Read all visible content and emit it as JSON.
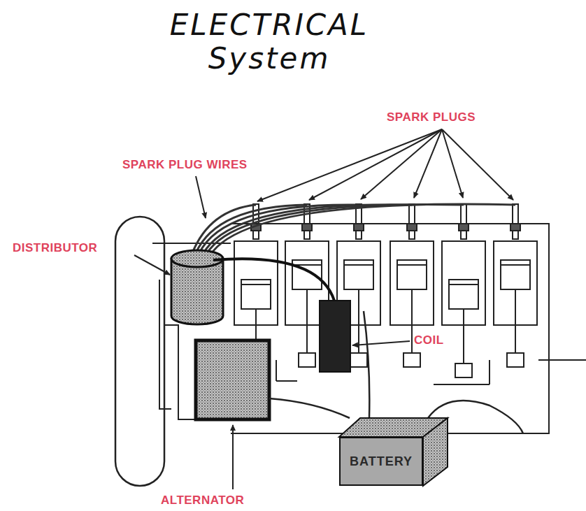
{
  "diagram": {
    "title": "ELECTRICAL System",
    "nodes": [
      {
        "text": [
          "BATTERY"
        ]
      }
    ],
    "labels": [
      "SPARK PLUGS",
      "SPARK PLUG WIRES",
      "DISTRIBUTOR",
      "COIL",
      "ALTERNATOR"
    ]
  }
}
